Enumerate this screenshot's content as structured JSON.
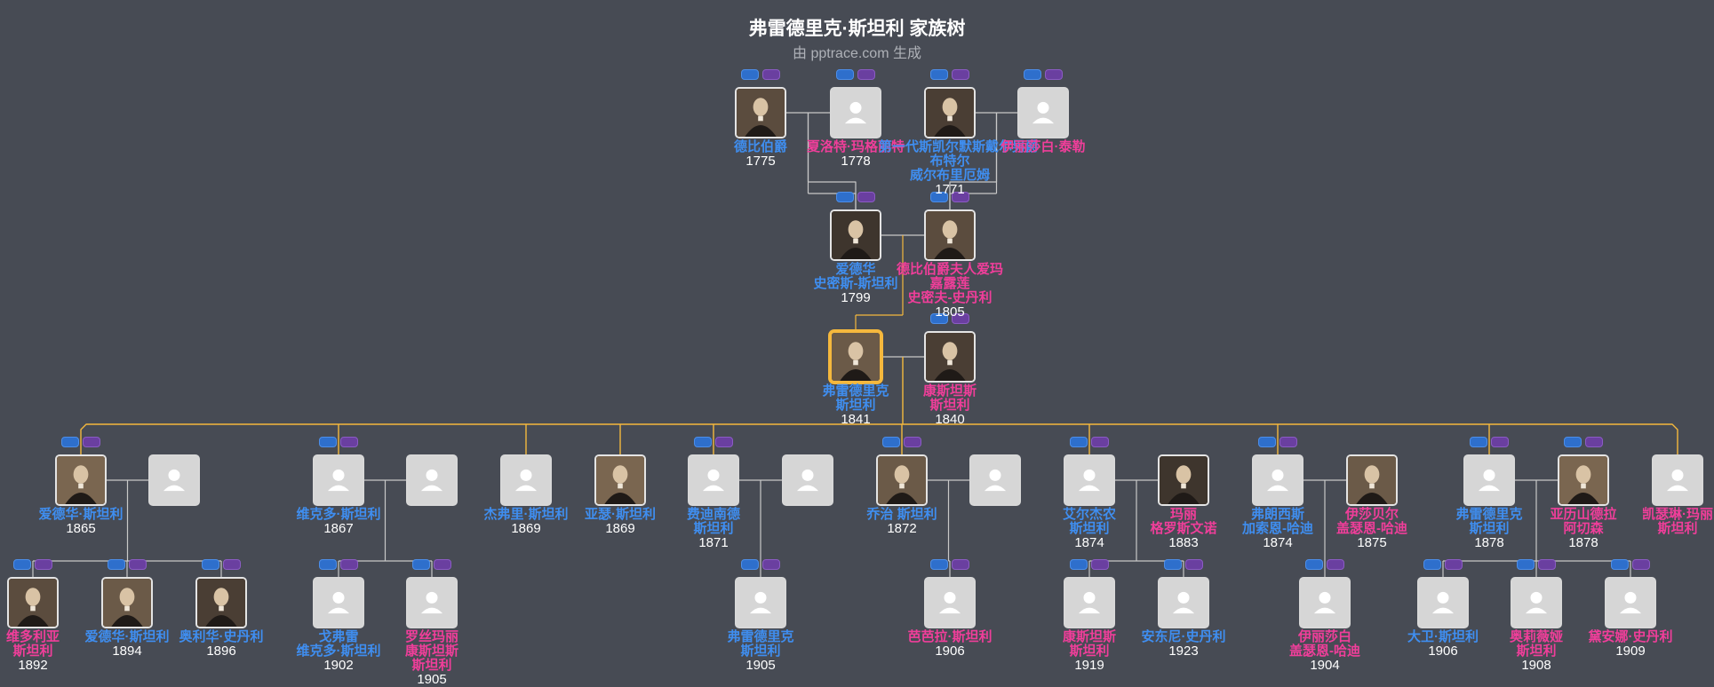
{
  "header": {
    "title": "弗雷德里克·斯坦利 家族树",
    "subtitle": "由 pptrace.com 生成"
  },
  "colors": {
    "background": "#474b54",
    "male": "#3f8ef0",
    "female": "#f03e9a",
    "lineage_line": "#f5b83d",
    "connector_line": "#c8c8c8",
    "badge_blue": "#2e6fcc",
    "badge_purple": "#6a3fa0"
  },
  "people": [
    {
      "name_lines": [
        "德比伯爵"
      ],
      "year": "1775",
      "gender": "male",
      "photo": "portrait"
    },
    {
      "name_lines": [
        "夏洛特·玛格丽特"
      ],
      "year": "1778",
      "gender": "female",
      "photo": "placeholder"
    },
    {
      "name_lines": [
        "第一代斯凯尔默斯戴尔男爵",
        "布特尔",
        "威尔布里厄姆"
      ],
      "year": "1771",
      "gender": "male",
      "photo": "portrait"
    },
    {
      "name_lines": [
        "伊丽莎白·泰勒"
      ],
      "year": "",
      "gender": "female",
      "photo": "placeholder"
    },
    {
      "name_lines": [
        "爱德华",
        "史密斯-斯坦利"
      ],
      "year": "1799",
      "gender": "male",
      "photo": "portrait"
    },
    {
      "name_lines": [
        "德比伯爵夫人爱玛",
        "嘉露莲",
        "史密夫-史丹利"
      ],
      "year": "1805",
      "gender": "female",
      "photo": "portrait"
    },
    {
      "name_lines": [
        "弗雷德里克",
        "斯坦利"
      ],
      "year": "1841",
      "gender": "male",
      "photo": "portrait",
      "focus": true
    },
    {
      "name_lines": [
        "康斯坦斯",
        "斯坦利"
      ],
      "year": "1840",
      "gender": "female",
      "photo": "portrait"
    },
    {
      "name_lines": [
        "爱德华·斯坦利"
      ],
      "year": "1865",
      "gender": "male",
      "photo": "portrait"
    },
    {
      "name_lines": [],
      "year": "",
      "gender": "female",
      "photo": "placeholder"
    },
    {
      "name_lines": [
        "维克多·斯坦利"
      ],
      "year": "1867",
      "gender": "male",
      "photo": "placeholder"
    },
    {
      "name_lines": [],
      "year": "",
      "gender": "female",
      "photo": "placeholder"
    },
    {
      "name_lines": [
        "杰弗里·斯坦利"
      ],
      "year": "1869",
      "gender": "male",
      "photo": "placeholder"
    },
    {
      "name_lines": [
        "亚瑟·斯坦利"
      ],
      "year": "1869",
      "gender": "male",
      "photo": "portrait"
    },
    {
      "name_lines": [
        "费迪南德",
        "斯坦利"
      ],
      "year": "1871",
      "gender": "male",
      "photo": "placeholder"
    },
    {
      "name_lines": [],
      "year": "",
      "gender": "female",
      "photo": "placeholder"
    },
    {
      "name_lines": [
        "乔治 斯坦利"
      ],
      "year": "1872",
      "gender": "male",
      "photo": "portrait"
    },
    {
      "name_lines": [],
      "year": "",
      "gender": "female",
      "photo": "placeholder"
    },
    {
      "name_lines": [
        "艾尔杰农",
        "斯坦利"
      ],
      "year": "1874",
      "gender": "male",
      "photo": "placeholder"
    },
    {
      "name_lines": [
        "玛丽",
        "格罗斯文诺"
      ],
      "year": "1883",
      "gender": "female",
      "photo": "portrait"
    },
    {
      "name_lines": [
        "弗朗西斯",
        "加索恩-哈迪"
      ],
      "year": "1874",
      "gender": "male",
      "photo": "placeholder"
    },
    {
      "name_lines": [
        "伊莎贝尔",
        "盖瑟恩-哈迪"
      ],
      "year": "1875",
      "gender": "female",
      "photo": "portrait"
    },
    {
      "name_lines": [
        "弗雷德里克",
        "斯坦利"
      ],
      "year": "1878",
      "gender": "male",
      "photo": "placeholder"
    },
    {
      "name_lines": [
        "亚历山德拉",
        "阿切森"
      ],
      "year": "1878",
      "gender": "female",
      "photo": "portrait"
    },
    {
      "name_lines": [
        "凯瑟琳·玛丽",
        "斯坦利"
      ],
      "year": "",
      "gender": "female",
      "photo": "placeholder"
    },
    {
      "name_lines": [
        "维多利亚",
        "斯坦利"
      ],
      "year": "1892",
      "gender": "female",
      "photo": "portrait"
    },
    {
      "name_lines": [
        "爱德华·斯坦利"
      ],
      "year": "1894",
      "gender": "male",
      "photo": "portrait"
    },
    {
      "name_lines": [
        "奥利华·史丹利"
      ],
      "year": "1896",
      "gender": "male",
      "photo": "portrait"
    },
    {
      "name_lines": [
        "戈弗雷",
        "维克多·斯坦利"
      ],
      "year": "1902",
      "gender": "male",
      "photo": "placeholder"
    },
    {
      "name_lines": [
        "罗丝玛丽",
        "康斯坦斯",
        "斯坦利"
      ],
      "year": "1905",
      "gender": "female",
      "photo": "placeholder"
    },
    {
      "name_lines": [
        "弗雷德里克",
        "斯坦利"
      ],
      "year": "1905",
      "gender": "male",
      "photo": "placeholder"
    },
    {
      "name_lines": [
        "芭芭拉·斯坦利"
      ],
      "year": "1906",
      "gender": "female",
      "photo": "placeholder"
    },
    {
      "name_lines": [
        "康斯坦斯",
        "斯坦利"
      ],
      "year": "1919",
      "gender": "female",
      "photo": "placeholder"
    },
    {
      "name_lines": [
        "安东尼·史丹利"
      ],
      "year": "1923",
      "gender": "male",
      "photo": "placeholder"
    },
    {
      "name_lines": [
        "伊丽莎白",
        "盖瑟恩-哈迪"
      ],
      "year": "1904",
      "gender": "female",
      "photo": "placeholder"
    },
    {
      "name_lines": [
        "大卫·斯坦利"
      ],
      "year": "1906",
      "gender": "male",
      "photo": "placeholder"
    },
    {
      "name_lines": [
        "奥莉薇娅",
        "斯坦利"
      ],
      "year": "1908",
      "gender": "female",
      "photo": "placeholder"
    },
    {
      "name_lines": [
        "黛安娜·史丹利"
      ],
      "year": "1909",
      "gender": "female",
      "photo": "placeholder"
    }
  ]
}
